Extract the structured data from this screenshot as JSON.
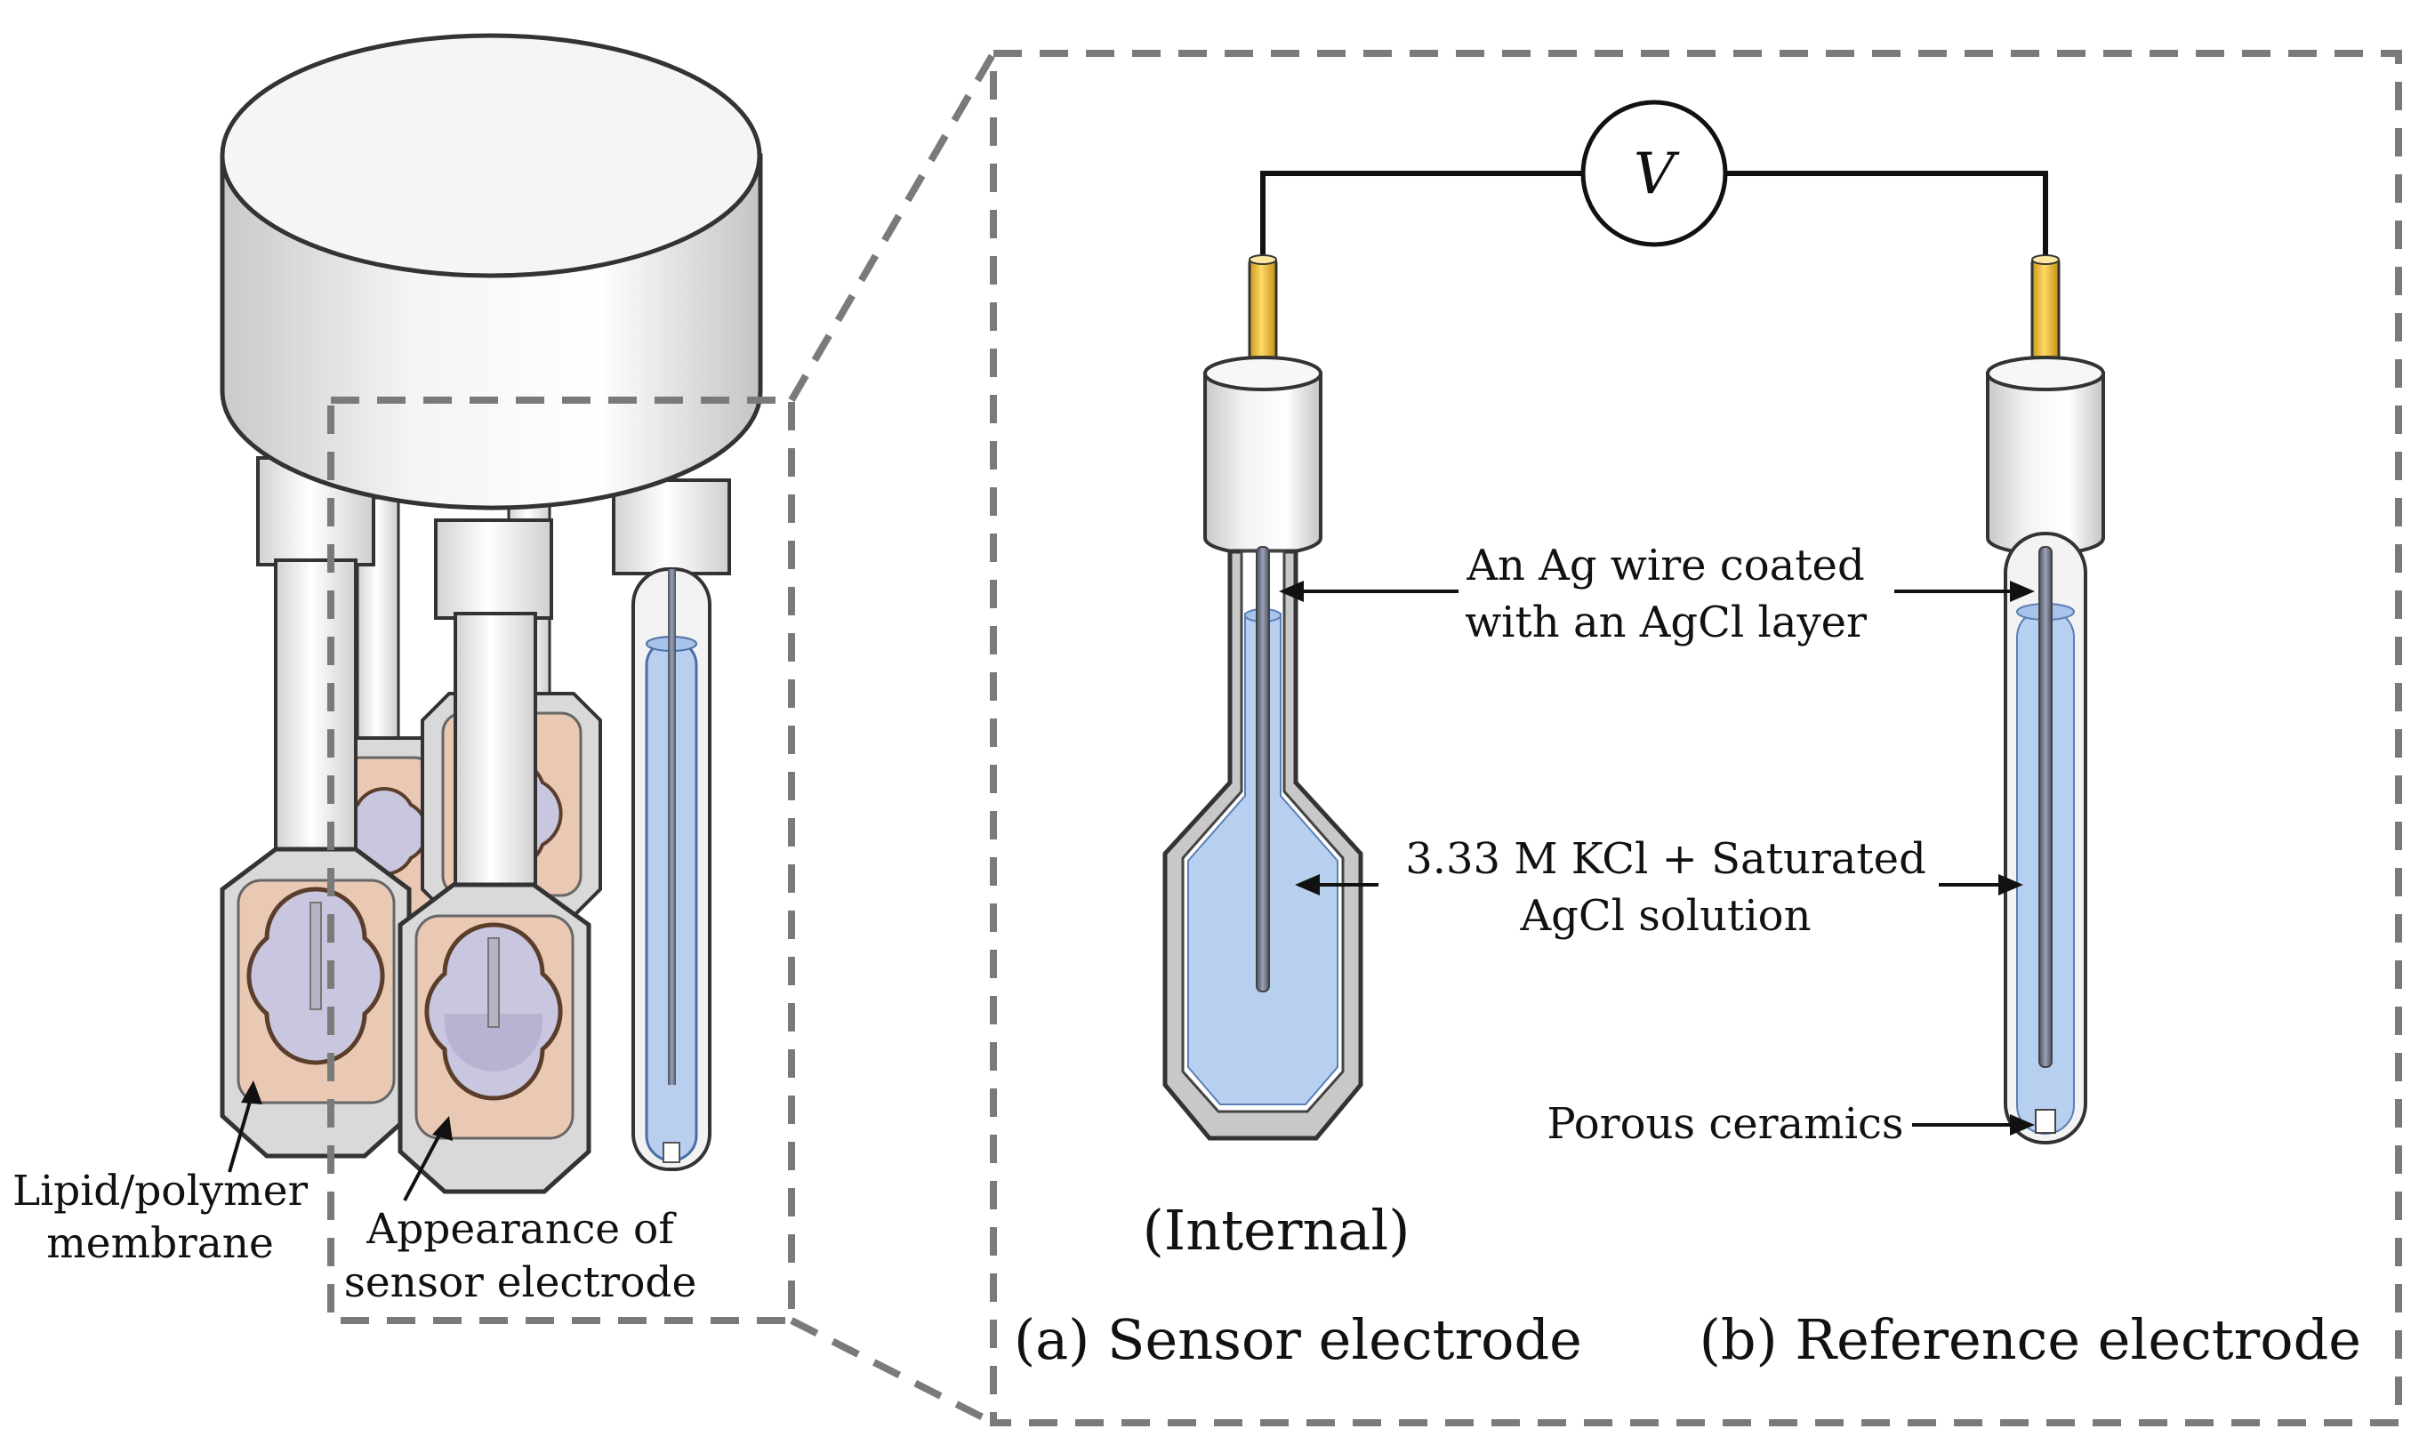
{
  "voltmeter": {
    "symbol": "V"
  },
  "labels": {
    "ag_wire_line1": "An Ag wire coated",
    "ag_wire_line2": "with an AgCl layer",
    "kcl_line1": "3.33 M KCl + Saturated",
    "kcl_line2": "AgCl solution",
    "porous_ceramics": "Porous ceramics",
    "internal": "(Internal)",
    "sensor_electrode": "(a) Sensor electrode",
    "reference_electrode": "(b) Reference electrode",
    "membrane_line1": "Lipid/polymer",
    "membrane_line2": "membrane",
    "appearance_line1": "Appearance of",
    "appearance_line2": "sensor electrode"
  }
}
